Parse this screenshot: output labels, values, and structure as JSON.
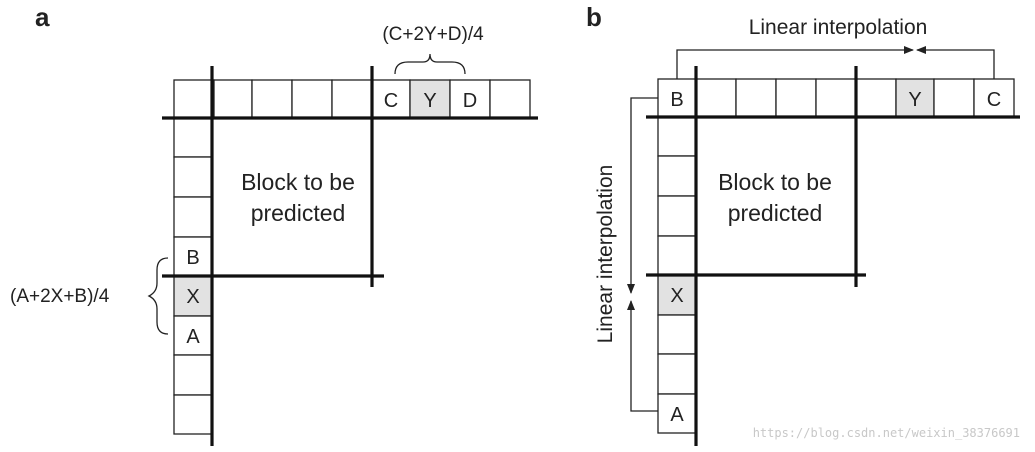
{
  "panel_a": {
    "label": "a",
    "block_text_line1": "Block to be",
    "block_text_line2": "predicted",
    "top_formula": "(C+2Y+D)/4",
    "left_formula": "(A+2X+B)/4",
    "cells": {
      "C": "C",
      "Y": "Y",
      "D": "D",
      "B": "B",
      "X": "X",
      "A": "A"
    }
  },
  "panel_b": {
    "label": "b",
    "top_label": "Linear interpolation",
    "side_label": "Linear interpolation",
    "block_text_line1": "Block to be",
    "block_text_line2": "predicted",
    "cells": {
      "B": "B",
      "Y": "Y",
      "C": "C",
      "X": "X",
      "A": "A"
    }
  },
  "colors": {
    "highlight": "#e2e2e2",
    "line": "#111111"
  },
  "watermark": "https://blog.csdn.net/weixin_38376691"
}
